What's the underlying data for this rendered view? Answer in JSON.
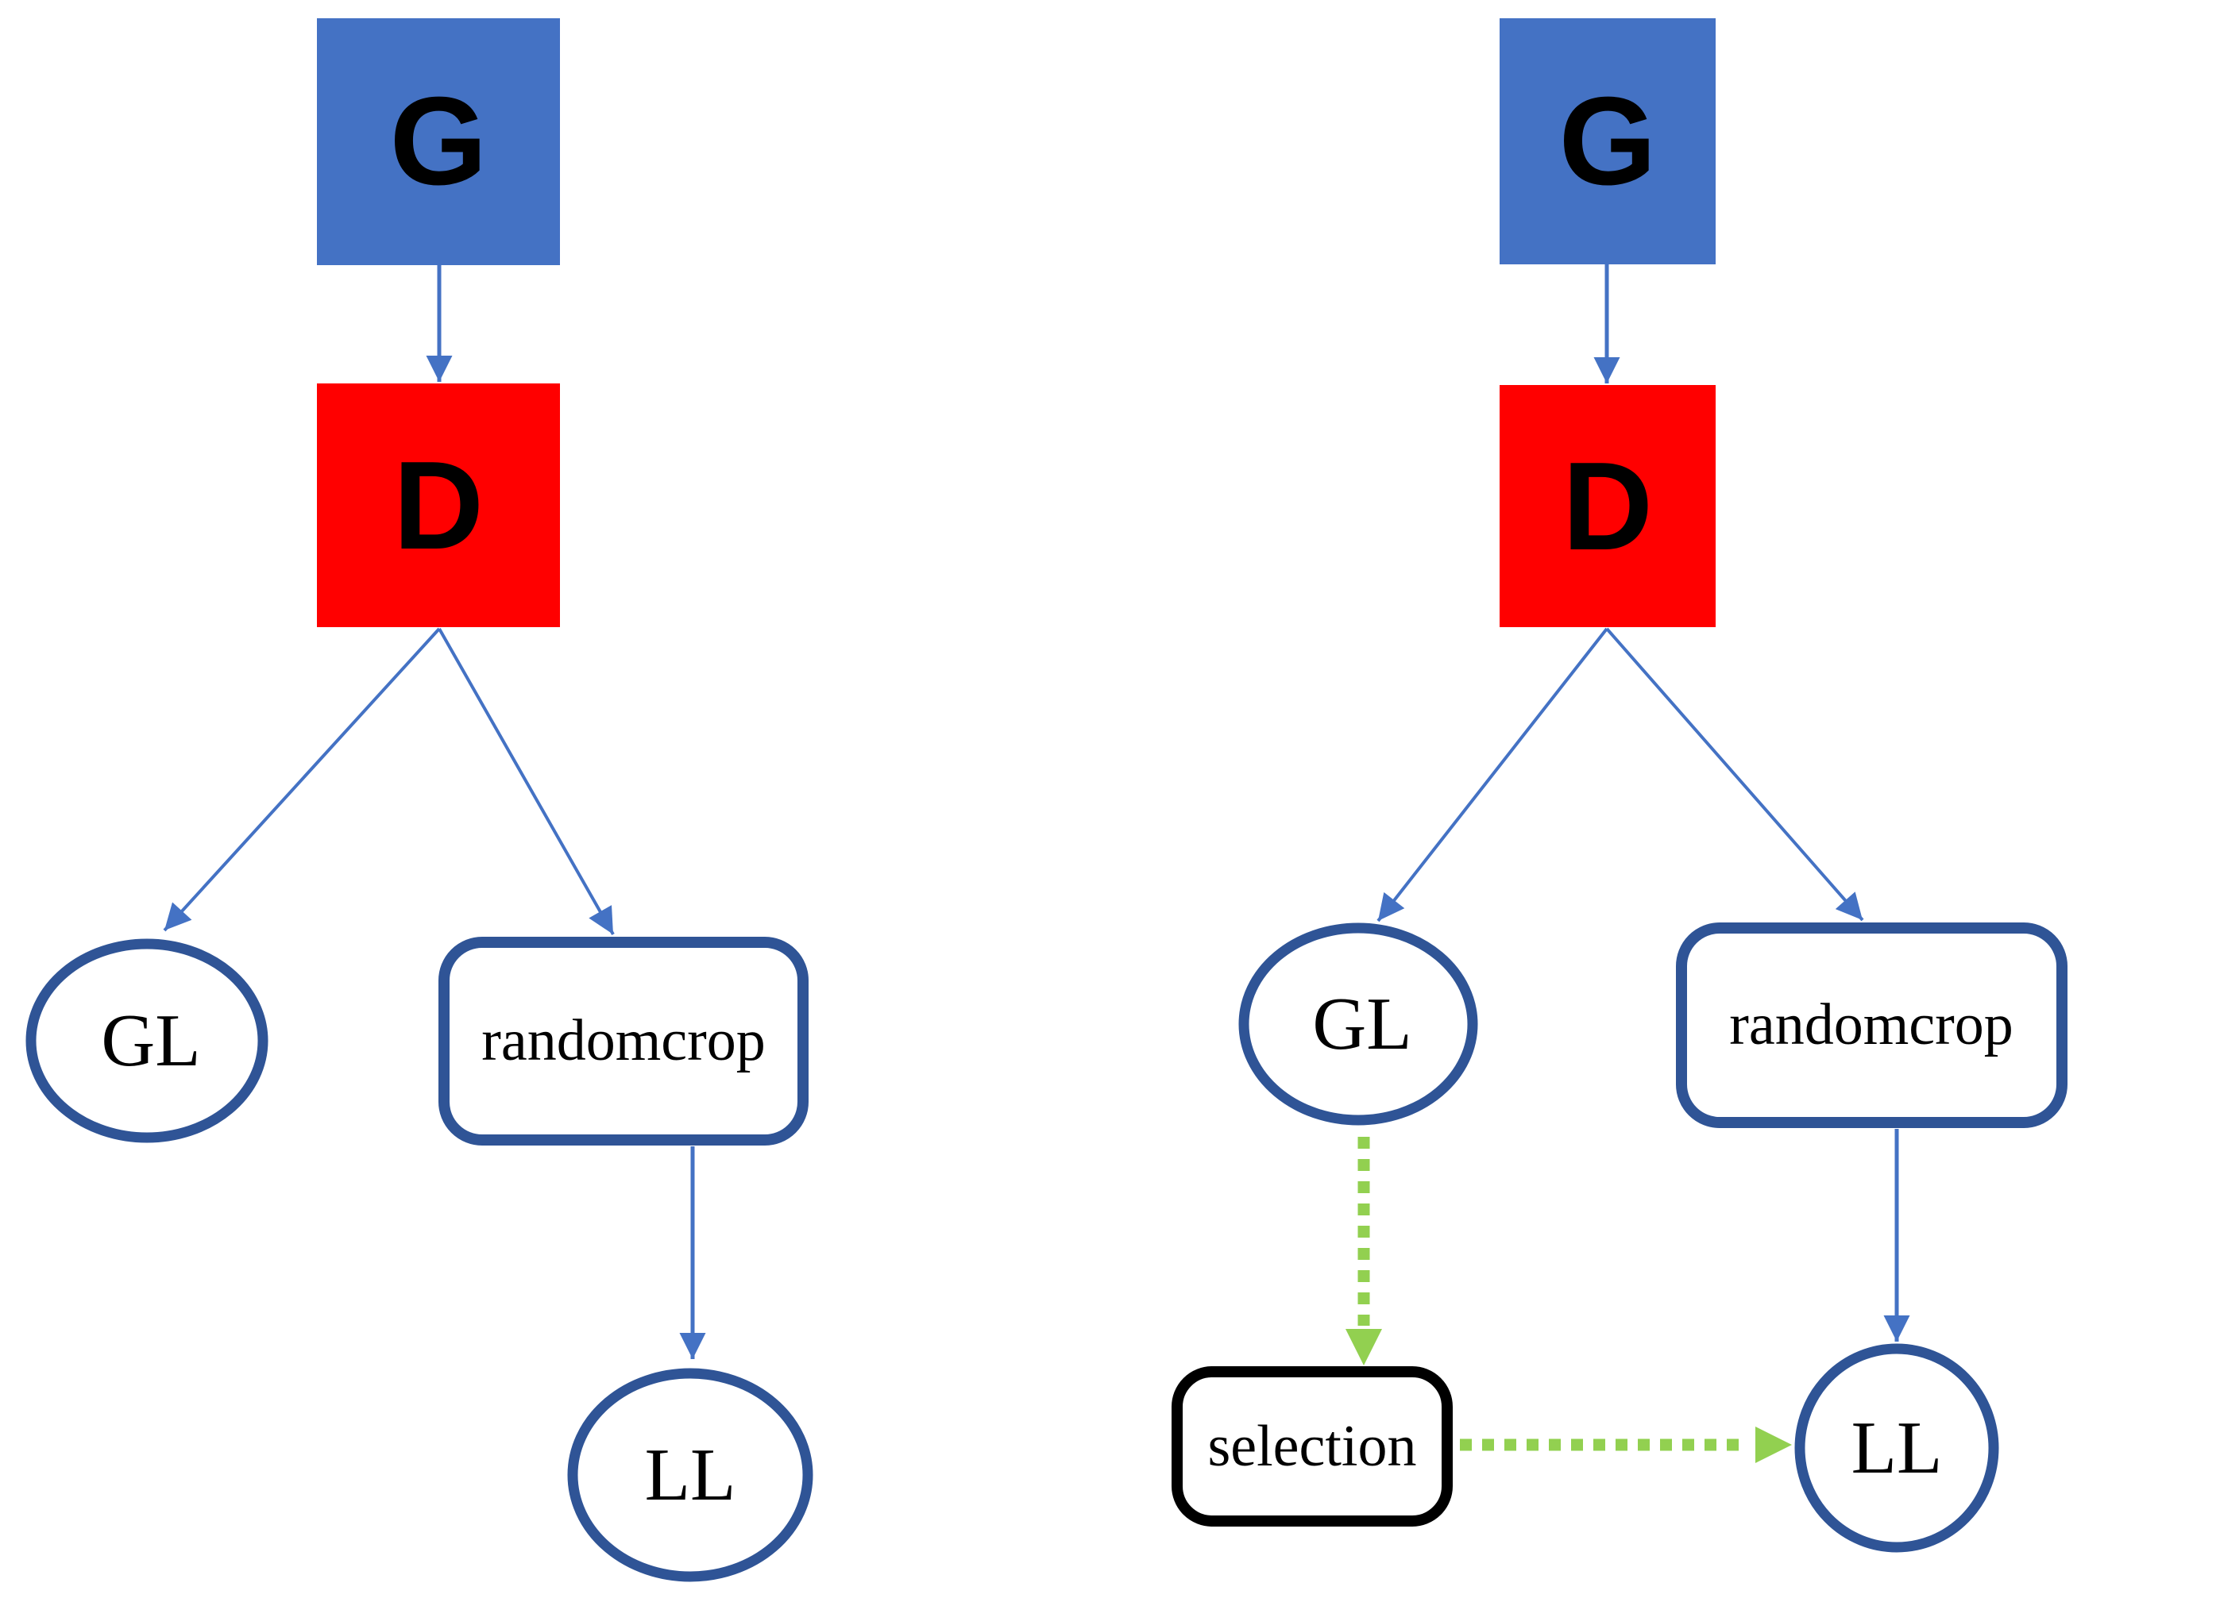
{
  "diagram": {
    "left": {
      "generator_label": "G",
      "discriminator_label": "D",
      "gl_label": "GL",
      "randomcrop_label": "randomcrop",
      "ll_label": "LL"
    },
    "right": {
      "generator_label": "G",
      "discriminator_label": "D",
      "gl_label": "GL",
      "randomcrop_label": "randomcrop",
      "selection_label": "selection",
      "ll_label": "LL"
    }
  },
  "colors": {
    "background": "#FFFFFF",
    "generator_fill": "#4472C4",
    "discriminator_fill": "#FF0000",
    "node_border": "#2F5496",
    "node_fill": "#FFFFFF",
    "selection_border": "#000000",
    "connector_blue": "#4472C4",
    "connector_green": "#92D050",
    "text": "#000000"
  }
}
